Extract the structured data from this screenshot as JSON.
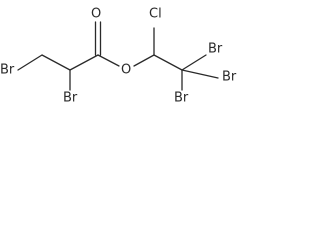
{
  "molecule": {
    "atom_labels": {
      "br_left": "Br",
      "br_middle": "Br",
      "o_carbonyl": "O",
      "o_ester": "O",
      "cl": "Cl",
      "br_right_top": "Br",
      "br_right_mid": "Br",
      "br_right_bottom": "Br"
    }
  },
  "colors": {
    "ink": "#2a2a2a",
    "background": "#ffffff"
  }
}
